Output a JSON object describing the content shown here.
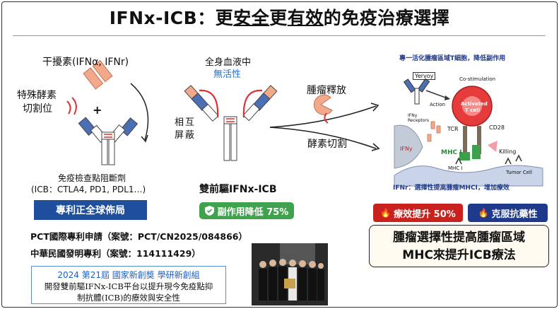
{
  "title": {
    "prefix": "IFNx-ICB：更",
    "u1": "安全",
    "mid": "更",
    "u2": "有效",
    "suffix": "的免疫治療選擇"
  },
  "left": {
    "interferon_label": "干擾素(IFNα, IFNr)",
    "enzyme_site_line1": "特殊酵素",
    "enzyme_site_line2": "切割位",
    "plus": "+",
    "icb_name": "免疫檢查點阻斷劑",
    "icb_examples": "(ICB：CTLA4, PD1, PDL1…)",
    "patent_box": "專利正全球佈局",
    "mutual_masking_1": "相",
    "mutual_masking_2": "互",
    "mutual_masking_3": "屏",
    "mutual_masking_4": "蔽"
  },
  "middle": {
    "blood_line1": "全身血液中",
    "blood_line2": "無活性",
    "prodrug_name": "雙前驅IFNx-ICB",
    "side_effect_pill": "副作用降低 75%",
    "tumor_release": "腫瘤釋放",
    "enzyme_cleave": "酵素切割"
  },
  "right": {
    "panel_title": "專一活化腫瘤區域T細胞，降低副作用",
    "yervoy": "Yervoy",
    "action": "Action",
    "costim": "Co-stimulation",
    "ifny_receptors": "IFNy Receptors",
    "activated_t_1": "Activated",
    "activated_t_2": "T cell",
    "tcr": "TCR",
    "cd28": "CD28",
    "ifny": "IFNy",
    "mhc_i_green": "MHC I",
    "mhc_i_small": "MHC I",
    "killing": "Killing",
    "tumor_cell": "Tumor Cell",
    "panel_caption": "IFNr：選擇性提高腫瘤MHCI，增加療效",
    "efficacy_pill": "療效提升 50%",
    "resistance_pill": "克服抗藥性",
    "summary_line1": "腫瘤選擇性提高腫瘤區域",
    "summary_line2": "MHC來提升ICB療法"
  },
  "patents": {
    "pct": "PCT國際專利申請（案號：PCT/CN2025/084866）",
    "tw": "中華民國發明專利（案號：114111429）"
  },
  "award": {
    "line1": "2024 第21屆 國家新創獎 學研新創組",
    "line2": "開發雙前驅IFNx-ICB平台以提升現今免疫點抑",
    "line3": "制抗體(ICB)的療效與安全性"
  },
  "colors": {
    "patent_blue": "#1f4e9d",
    "pill_green": "#3fa34d",
    "pill_red": "#c9211e",
    "pill_navy": "#1f3a8a",
    "antibody_blue": "#4a6fb5",
    "cleavage_red": "#e03030",
    "interferon_salmon": "#f2a98a"
  }
}
